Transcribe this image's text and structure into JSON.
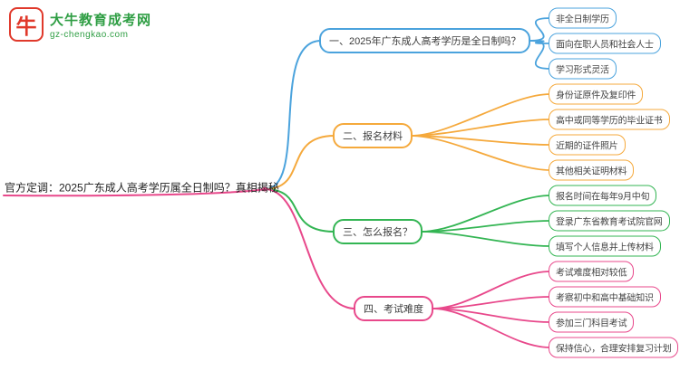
{
  "logo": {
    "title": "大牛教育成考网",
    "subtitle": "gz-chengkao.com",
    "icon_glyph": "牛",
    "brand_red": "#e0392b",
    "brand_green": "#2f9e44"
  },
  "root": {
    "label": "官方定调：2025广东成人高考学历属全日制吗？真相揭秘",
    "line_color": "#e8488b"
  },
  "branches": [
    {
      "label": "一、2025年广东成人高考学历是全日制吗？",
      "color": "#4ba3dd",
      "children": [
        "非全日制学历",
        "面向在职人员和社会人士",
        "学习形式灵活"
      ]
    },
    {
      "label": "二、报名材料",
      "color": "#f5a93c",
      "children": [
        "身份证原件及复印件",
        "高中或同等学历的毕业证书",
        "近期的证件照片",
        "其他相关证明材料"
      ]
    },
    {
      "label": "三、怎么报名？",
      "color": "#33b553",
      "children": [
        "报名时间在每年9月中旬",
        "登录广东省教育考试院官网",
        "填写个人信息并上传材料"
      ]
    },
    {
      "label": "四、考试难度",
      "color": "#e8488b",
      "children": [
        "考试难度相对较低",
        "考察初中和高中基础知识",
        "参加三门科目考试",
        "保持信心，合理安排复习计划"
      ]
    }
  ]
}
